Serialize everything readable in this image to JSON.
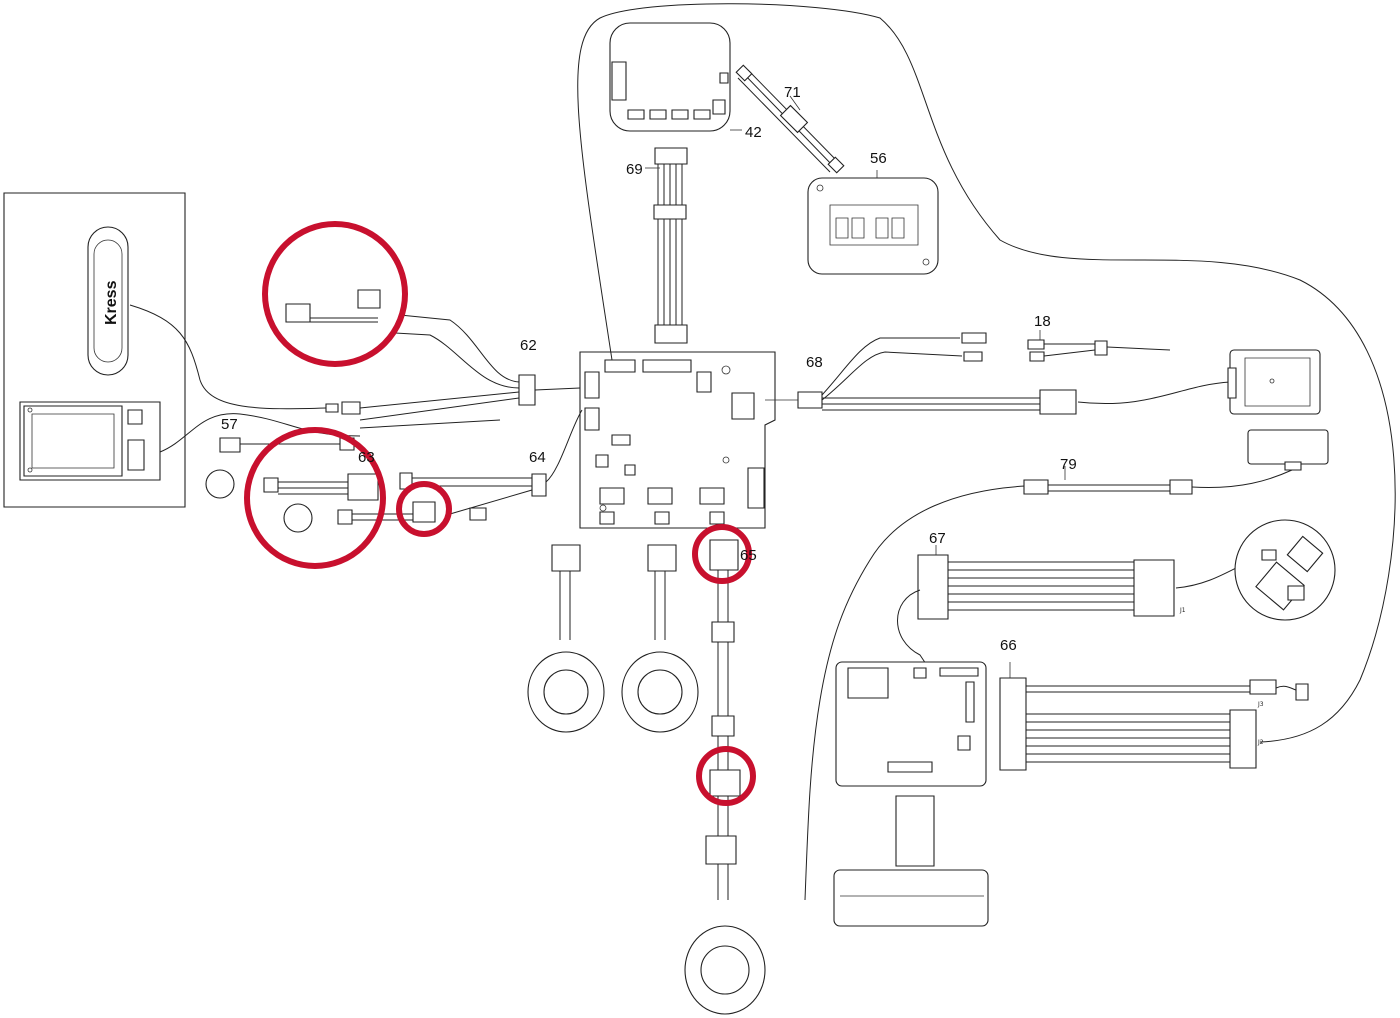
{
  "diagram": {
    "callouts": {
      "c18": "18",
      "c42": "42",
      "c56": "56",
      "c57": "57",
      "c62": "62",
      "c63": "63",
      "c64": "64",
      "c65": "65",
      "c66": "66",
      "c67": "67",
      "c68": "68",
      "c69": "69",
      "c71": "71",
      "c79": "79"
    },
    "brand_text": "Kress",
    "connector_tags": {
      "j1": "J1",
      "j2": "J2",
      "j3": "J3"
    },
    "highlight_color": "#c8102e",
    "highlighted_parts": [
      "62",
      "63",
      "65"
    ]
  }
}
